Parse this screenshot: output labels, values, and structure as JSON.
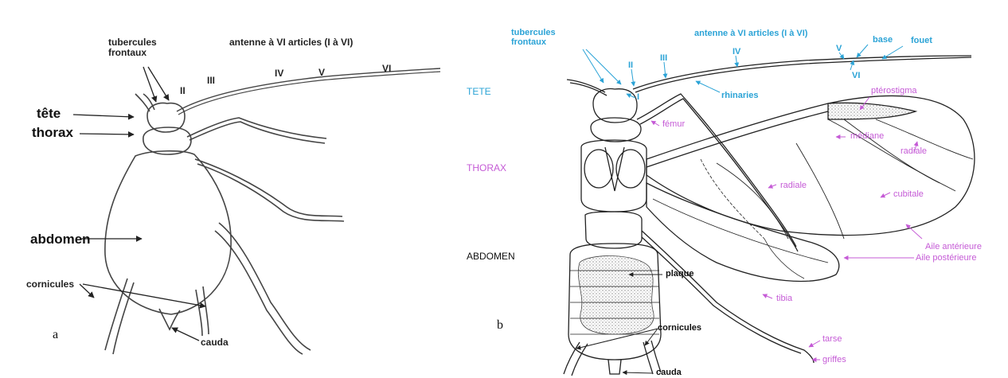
{
  "panel_a": {
    "letter": "a",
    "labels": {
      "tubercules": "tubercules\nfrontaux",
      "antenne": "antenne à VI articles (I à VI)",
      "II": "II",
      "III": "III",
      "IV": "IV",
      "V": "V",
      "VI": "VI",
      "tete": "tête",
      "thorax": "thorax",
      "abdomen": "abdomen",
      "cornicules": "cornicules",
      "cauda": "cauda"
    }
  },
  "regions": {
    "tete": "TETE",
    "thorax": "THORAX",
    "abdomen": "ABDOMEN"
  },
  "panel_b": {
    "letter": "b",
    "labels": {
      "tubercules": "tubercules\nfrontaux",
      "antenne": "antenne à VI articles (I à VI)",
      "I": "I",
      "II": "II",
      "III": "III",
      "IV": "IV",
      "V": "V",
      "VI": "VI",
      "base": "base",
      "fouet": "fouet",
      "rhinaries": "rhinaries",
      "pterostigma": "ptérostigma",
      "femur": "fémur",
      "mediane": "médiane",
      "radiale1": "radiale",
      "radiale2": "radiale",
      "cubitale": "cubitale",
      "aile_ant": "Aile antérieure",
      "aile_post": "Aile postérieure",
      "plaque": "plaque",
      "tibia": "tibia",
      "cornicules": "cornicules",
      "tarse": "tarse",
      "griffes": "griffes",
      "cauda": "cauda"
    }
  },
  "colors": {
    "blue_labels": "#2ba3d6",
    "pink_labels": "#c55bd6",
    "thorax_region": "#c55bd6",
    "tete_region": "#2ba3d6"
  }
}
